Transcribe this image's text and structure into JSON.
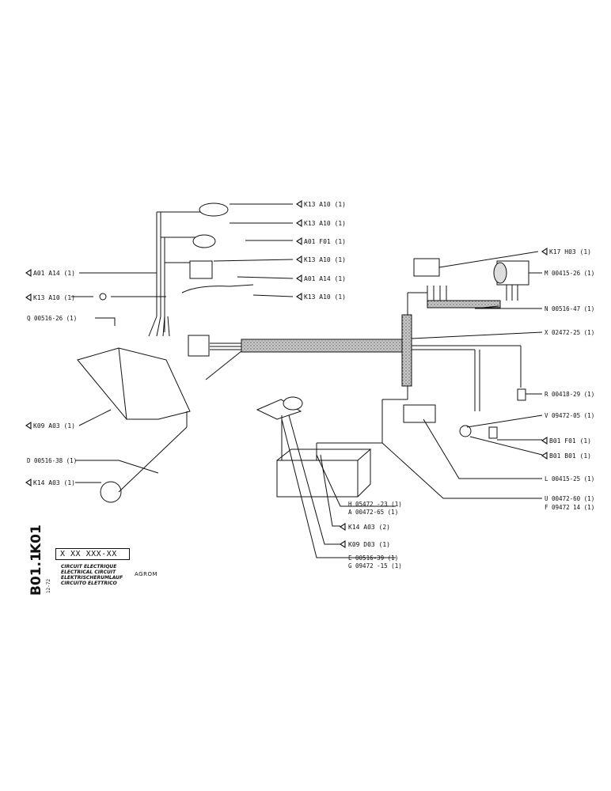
{
  "labels": {
    "k13_a10_1": "K13  A10  (1)",
    "k13_a10_2": "K13  A10  (1)",
    "a01_f01": "A01  F01  (1)",
    "k13_a10_3": "K13  A10  (1)",
    "a01_a14_r": "A01  A14  (1)",
    "k13_a10_4": "K13  A10  (1)",
    "k17_h03": "K17  H03  (1)",
    "m_00415_26": "M 00415-26 (1)",
    "n_00516_47": "N 00516-47 (1)",
    "x_02472_25": "X 02472-25 (1)",
    "r_00418_29": "R 00418-29 (1)",
    "v_09472_05": "V 09472-05 (1)",
    "b01_f01": "B01  F01  (1)",
    "b01_b01": "B01  B01  (1)",
    "l_00415_25": "L 00415-25 (1)",
    "u_00472_60": "U 00472-60 (1)",
    "f_09472_14": "F 09472  14 (1)",
    "h_05472_23": "H 05472 -23 (1)",
    "a_00472_65": "A 00472-65 (1)",
    "k14_a03_2": "K14   A03  (2)",
    "k09_d03": "K09  D03  (1)",
    "e_00516_39": "E 00516-39 (1)",
    "g_09472_15": "G 09472 -15 (1)",
    "a01_a14_l": "A01  A14  (1)",
    "k13_a10_l": "K13  A10  (1)",
    "q_00516_26": "Q 00516-26 (1)",
    "k09_a03": "K09  A03  (1)",
    "d_00516_38": "D 00516-38 (1)",
    "k14_a03_1": "K14  A03  (1)"
  },
  "title_block": {
    "code_k01": "K01",
    "code_b01": "B01.1",
    "date": "12-72",
    "ref_number": "X XX  XXX-XX",
    "title_fr": "CIRCUIT ELECTRIQUE",
    "title_en": "ELECTRICAL CIRCUIT",
    "title_de": "ELEKTRISCHERUMLAUF",
    "title_it": "CIRCUITO ELETTRICO",
    "model": "AGROM"
  },
  "colors": {
    "ink": "#111111",
    "paper": "#ffffff",
    "harness": "#9a9a9a"
  },
  "icons": {
    "pointer": "triangle-pointer-icon"
  }
}
